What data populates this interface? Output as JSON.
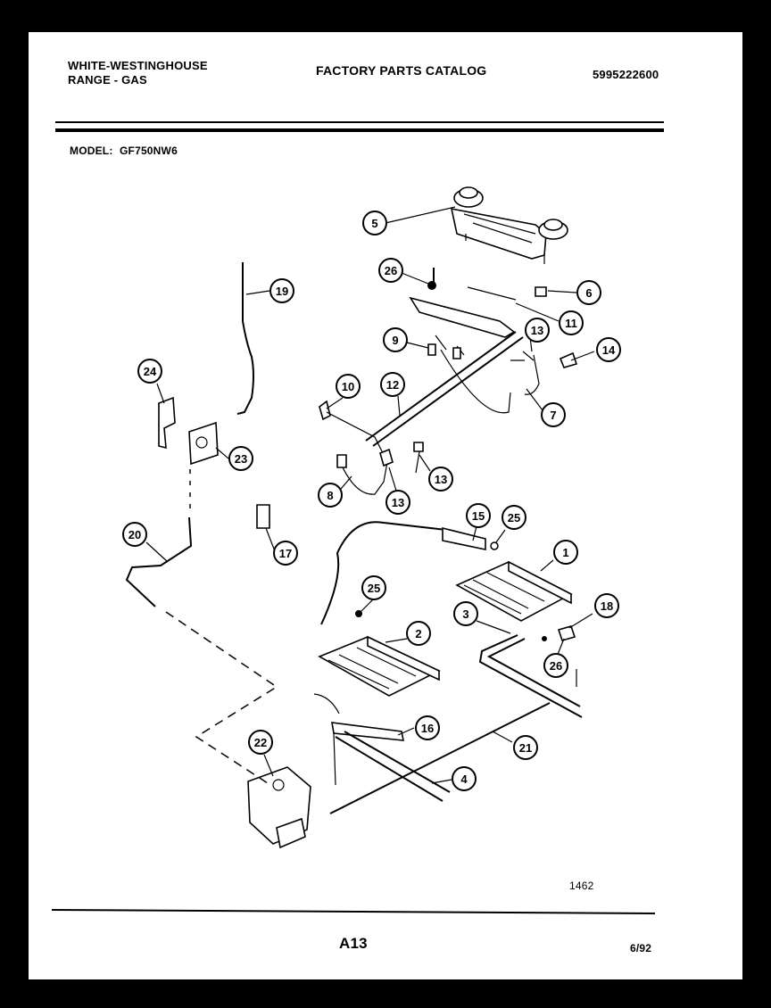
{
  "header": {
    "brand_line1": "WHITE-WESTINGHOUSE",
    "brand_line2": "RANGE - GAS",
    "catalog_title": "FACTORY PARTS CATALOG",
    "catalog_number": "5995222600",
    "model_label": "MODEL:",
    "model_number": "GF750NW6"
  },
  "diagram": {
    "callouts": [
      "5",
      "26",
      "6",
      "11",
      "19",
      "9",
      "13",
      "14",
      "24",
      "10",
      "12",
      "7",
      "23",
      "8",
      "13",
      "13",
      "15",
      "25",
      "1",
      "20",
      "17",
      "25",
      "3",
      "18",
      "2",
      "26",
      "16",
      "21",
      "22",
      "4"
    ],
    "figure_id": "1462"
  },
  "footer": {
    "page_code": "A13",
    "date": "6/92"
  }
}
